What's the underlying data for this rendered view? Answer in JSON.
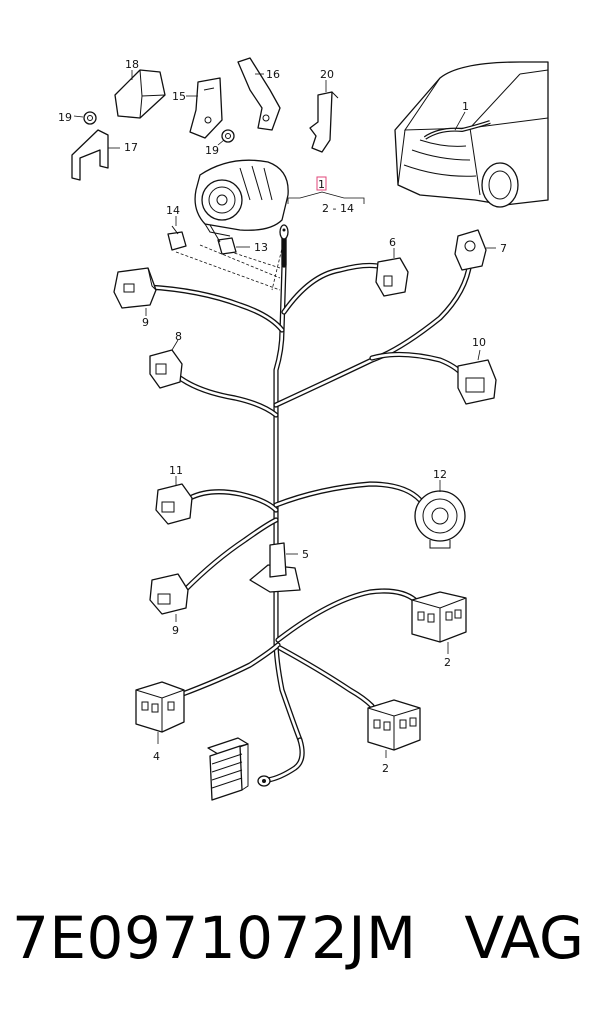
{
  "callouts": {
    "c1_vehicle": "1",
    "c1_boxed": "1",
    "c2_14": "2 - 14",
    "c2a": "2",
    "c2b": "2",
    "c4": "4",
    "c5": "5",
    "c6": "6",
    "c7": "7",
    "c8": "8",
    "c9a": "9",
    "c9b": "9",
    "c10": "10",
    "c11": "11",
    "c12": "12",
    "c13": "13",
    "c14": "14",
    "c15": "15",
    "c16": "16",
    "c17": "17",
    "c18": "18",
    "c19a": "19",
    "c19b": "19",
    "c20": "20"
  },
  "footer": {
    "part_number": "7E0971072JM",
    "brand": "VAG"
  },
  "colors": {
    "line": "#111111",
    "highlight_box": "#e0457a"
  }
}
